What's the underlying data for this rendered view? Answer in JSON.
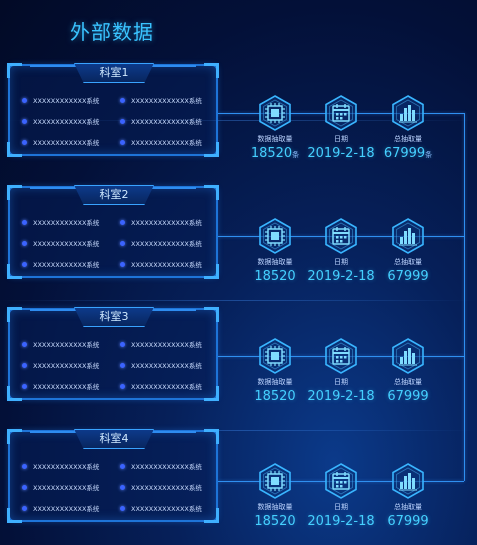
{
  "page": {
    "title": "外部数据"
  },
  "departments": [
    {
      "name": "科室1",
      "items": [
        "XXXXXXXXXXXX系统",
        "XXXXXXXXXXXXX系统",
        "XXXXXXXXXXXX系统",
        "XXXXXXXXXXXXX系统",
        "XXXXXXXXXXXX系统",
        "XXXXXXXXXXXXX系统"
      ]
    },
    {
      "name": "科室2",
      "items": [
        "XXXXXXXXXXXX系统",
        "XXXXXXXXXXXXX系统",
        "XXXXXXXXXXXX系统",
        "XXXXXXXXXXXXX系统",
        "XXXXXXXXXXXX系统",
        "XXXXXXXXXXXXX系统"
      ]
    },
    {
      "name": "科室3",
      "items": [
        "XXXXXXXXXXXX系统",
        "XXXXXXXXXXXXX系统",
        "XXXXXXXXXXXX系统",
        "XXXXXXXXXXXXX系统",
        "XXXXXXXXXXXX系统",
        "XXXXXXXXXXXXX系统"
      ]
    },
    {
      "name": "科室4",
      "items": [
        "XXXXXXXXXXXX系统",
        "XXXXXXXXXXXXX系统",
        "XXXXXXXXXXXX系统",
        "XXXXXXXXXXXXX系统",
        "XXXXXXXXXXXX系统",
        "XXXXXXXXXXXXX系统"
      ]
    }
  ],
  "stats": [
    {
      "extract_label": "数据抽取量",
      "extract_value": "18520",
      "extract_suffix": "条",
      "date_label": "日期",
      "date_value": "2019-2-18",
      "total_label": "总抽取量",
      "total_value": "67999",
      "total_suffix": "条"
    },
    {
      "extract_label": "数据抽取量",
      "extract_value": "18520",
      "extract_suffix": "",
      "date_label": "日期",
      "date_value": "2019-2-18",
      "total_label": "总抽取量",
      "total_value": "67999",
      "total_suffix": ""
    },
    {
      "extract_label": "数据抽取量",
      "extract_value": "18520",
      "extract_suffix": "",
      "date_label": "日期",
      "date_value": "2019-2-18",
      "total_label": "总抽取量",
      "total_value": "67999",
      "total_suffix": ""
    },
    {
      "extract_label": "数据抽取量",
      "extract_value": "18520",
      "extract_suffix": "",
      "date_label": "日期",
      "date_value": "2019-2-18",
      "total_label": "总抽取量",
      "total_value": "67999",
      "total_suffix": ""
    }
  ],
  "icons": {
    "extract": "chip-icon",
    "date": "calendar-icon",
    "total": "bar-chart-icon"
  },
  "colors": {
    "accent": "#39c3ff",
    "line": "#2f8ff0",
    "dot": "#3b63ff"
  }
}
